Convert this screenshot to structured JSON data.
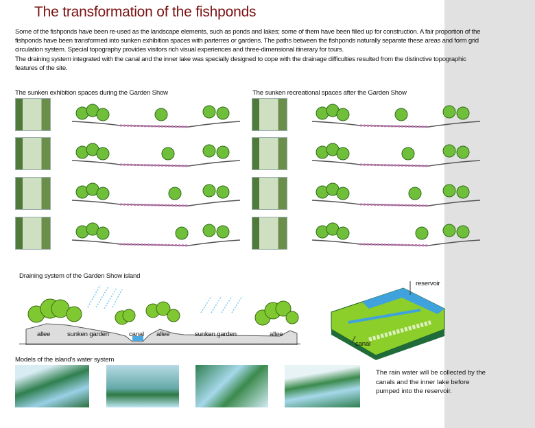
{
  "title": "The transformation of the fishponds",
  "intro": [
    "Some of the fishponds have been re-used as the landscape elements, such as ponds and lakes; some of them have been filled up for construction. A fair proportion of the fishponds have been transformed into sunken exhibition spaces with parterres or gardens. The paths between the fishponds naturally separate these areas and form grid circulation system. Special topography provides visitors rich visual experiences and three-dimensional itinerary for tours.",
    "The draining system integrated with the canal and the inner lake was specially designed to cope with the drainage difficulties resulted from the distinctive topographic features of the site."
  ],
  "sections": {
    "left_title": "The sunken exhibition spaces during the Garden Show",
    "right_title": "The sunken recreational spaces after the Garden Show"
  },
  "draining": {
    "title": "Draining system of the Garden Show  island",
    "zones": [
      "allee",
      "sunken garden",
      "canal",
      "allee",
      "sunken garden",
      "allee"
    ]
  },
  "iso": {
    "reservoir": "reservoir",
    "canal": "canal"
  },
  "models": {
    "title": "Models of the island's water system",
    "note": "The rain water will be collected by the canals and the inner lake before pumped into the reservoir."
  }
}
